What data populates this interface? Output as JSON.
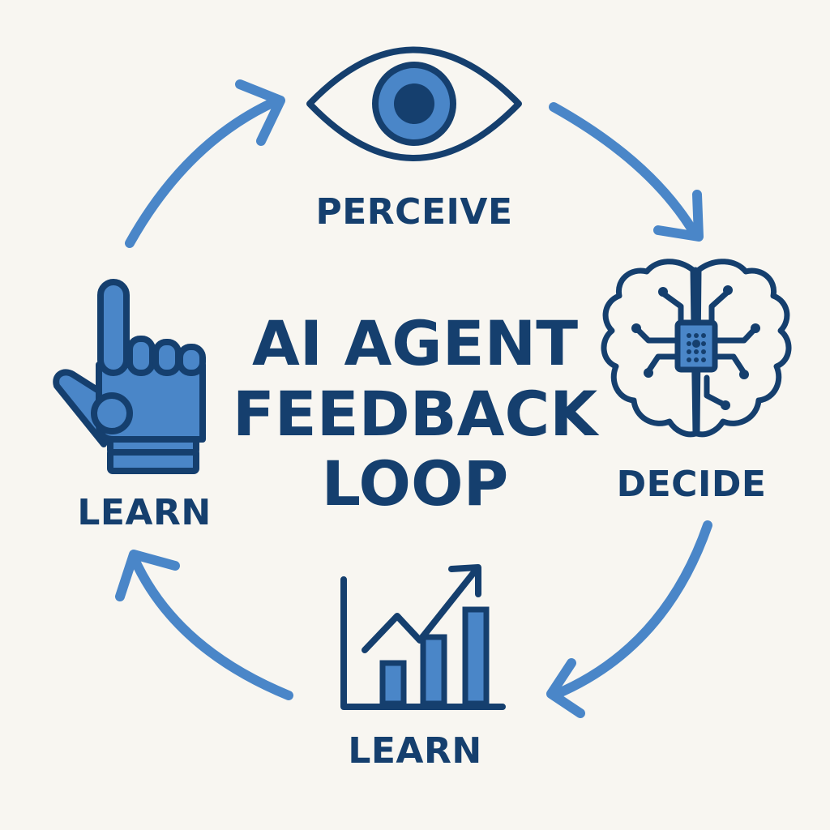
{
  "title": {
    "lines": [
      "AI AGENT",
      "FEEDBACK",
      "LOOP"
    ]
  },
  "stages": {
    "perceive": {
      "label": "PERCEIVE",
      "icon": "eye-icon"
    },
    "decide": {
      "label": "DECIDE",
      "icon": "brain-chip-icon"
    },
    "learn_bottom": {
      "label": "LEARN",
      "icon": "growth-chart-icon"
    },
    "learn_left": {
      "label": "LEARN",
      "icon": "robot-hand-pointing-icon"
    }
  },
  "colors": {
    "background": "#f8f6f1",
    "dark_blue": "#153f6e",
    "mid_blue": "#4a86c8",
    "accent_blue": "#5b93cf"
  }
}
